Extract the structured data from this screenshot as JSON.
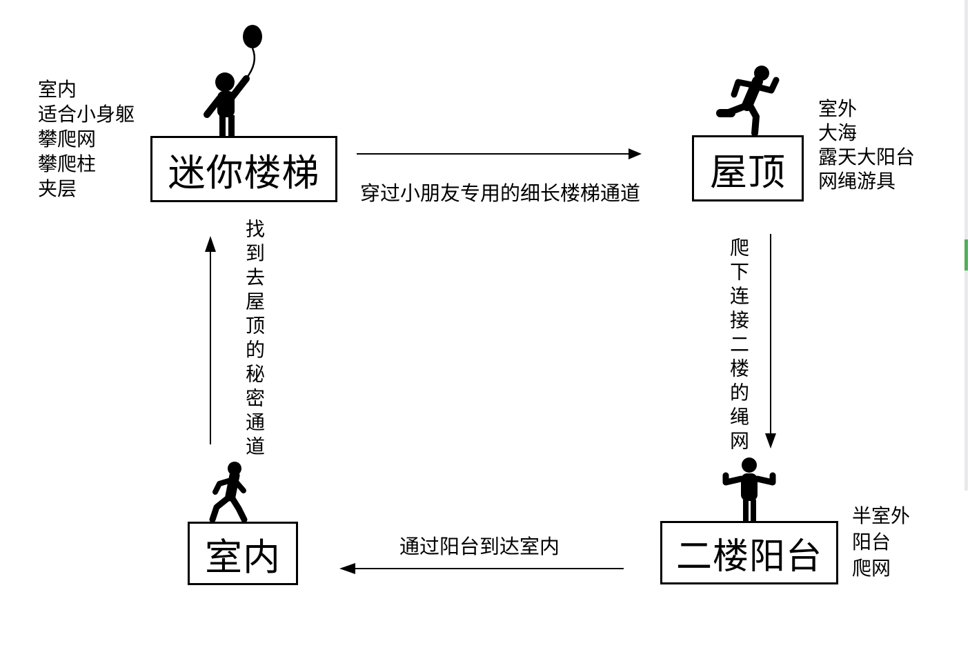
{
  "diagram_title": "",
  "nodes": [
    {
      "id": "mini-stairs",
      "label": "迷你楼梯",
      "icon": "person-holding-balloon",
      "notes": [
        "室内",
        "适合小身躯",
        "攀爬网",
        "攀爬柱",
        "夹层"
      ]
    },
    {
      "id": "roof",
      "label": "屋顶",
      "icon": "running-person",
      "notes": [
        "室外",
        "大海",
        "露天大阳台",
        "网绳游具"
      ]
    },
    {
      "id": "balcony",
      "label": "二楼阳台",
      "icon": "standing-person-arms-out",
      "notes": [
        "半室外",
        "阳台",
        "爬网"
      ]
    },
    {
      "id": "indoor",
      "label": "室内",
      "icon": "walking-person",
      "notes": []
    }
  ],
  "edges": [
    {
      "from": "mini-stairs",
      "to": "roof",
      "direction": "right",
      "label": "穿过小朋友专用的细长楼梯通道"
    },
    {
      "from": "roof",
      "to": "balcony",
      "direction": "down",
      "label": "爬下连接二楼的绳网"
    },
    {
      "from": "balcony",
      "to": "indoor",
      "direction": "left",
      "label": "通过阳台到达室内"
    },
    {
      "from": "indoor",
      "to": "mini-stairs",
      "direction": "up",
      "label": "找到去屋顶的秘密通道"
    }
  ],
  "scrollbar": {
    "track_color": "#e9e9ed",
    "thumb_color": "#52ae59"
  },
  "colors": {
    "ink": "#000000",
    "background": "#ffffff"
  }
}
